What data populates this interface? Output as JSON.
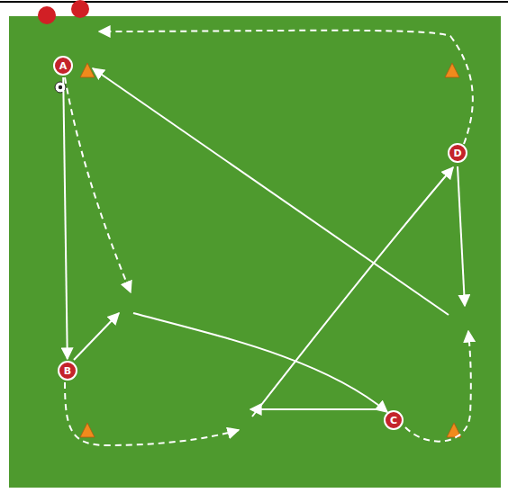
{
  "diagram": {
    "nodes": [
      {
        "text": [
          "A"
        ]
      },
      {
        "text": [
          "B"
        ]
      },
      {
        "text": [
          "C"
        ]
      },
      {
        "text": [
          "D"
        ]
      }
    ],
    "edges": [
      {
        "from": 0,
        "to": 1,
        "arrow": "to"
      }
    ]
  }
}
